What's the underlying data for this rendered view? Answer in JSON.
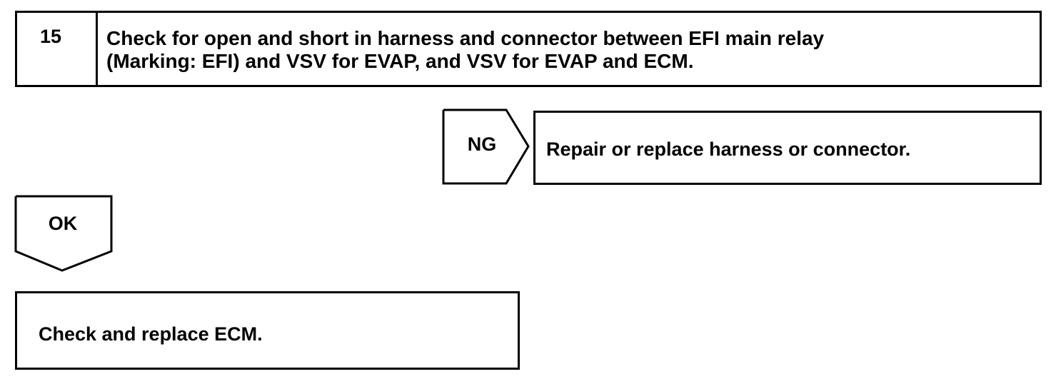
{
  "step": {
    "number": "15",
    "title_line1": "Check for open and short in harness and connector between EFI main relay",
    "title_line2": "(Marking: EFI) and VSV for EVAP, and VSV for EVAP and ECM."
  },
  "ng_branch": {
    "label": "NG",
    "action": "Repair or replace harness or connector."
  },
  "ok_branch": {
    "label": "OK",
    "action": "Check and replace ECM."
  }
}
